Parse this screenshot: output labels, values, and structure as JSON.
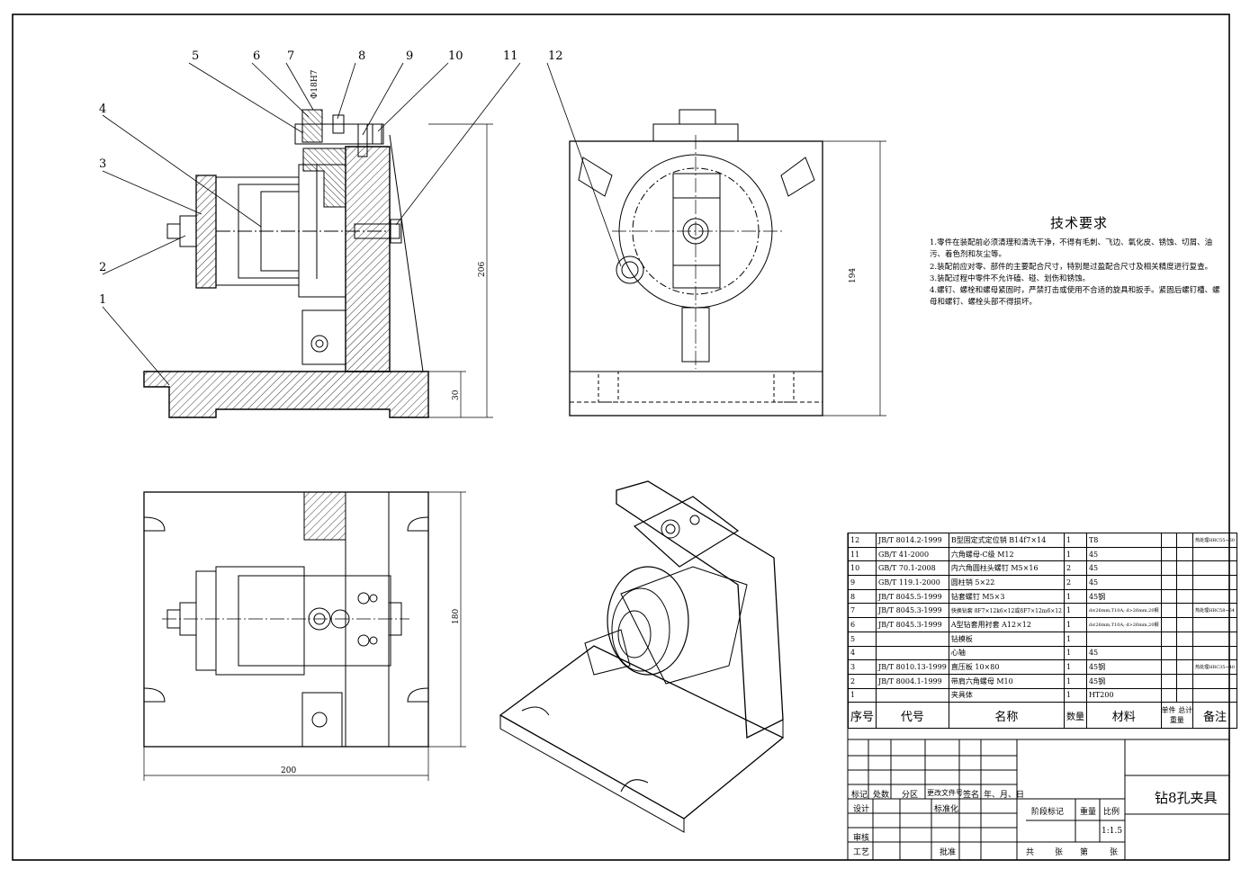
{
  "dims": {
    "front_height": "206",
    "base_height": "30",
    "side_height": "194",
    "plan_height": "180",
    "plan_width": "200",
    "bore_fit": "Φ18H7"
  },
  "callouts": [
    "1",
    "2",
    "3",
    "4",
    "5",
    "6",
    "7",
    "8",
    "9",
    "10",
    "11",
    "12"
  ],
  "tech": {
    "title": "技术要求",
    "lines": [
      "1.零件在装配前必须清理和清洗干净，不得有毛刺、飞边、氧化皮、锈蚀、切屑、油污、着色剂和灰尘等。",
      "2.装配前应对零、部件的主要配合尺寸，特别是过盈配合尺寸及相关精度进行复查。",
      "3.装配过程中零件不允许磕、碰、划伤和锈蚀。",
      "4.螺钉、螺栓和螺母紧固时，严禁打击或使用不合适的旋具和扳手。紧固后螺钉槽、螺母和螺钉、螺栓头部不得损坏。"
    ]
  },
  "bom": {
    "rows": [
      {
        "no": "12",
        "code": "JB/T 8014.2-1999",
        "name": "B型固定式定位销 B14f7×14",
        "qty": "1",
        "mat": "T8",
        "note": "热处理HRC55~60"
      },
      {
        "no": "11",
        "code": "GB/T 41-2000",
        "name": "六角螺母-C级 M12",
        "qty": "1",
        "mat": "45",
        "note": ""
      },
      {
        "no": "10",
        "code": "GB/T 70.1-2008",
        "name": "内六角圆柱头螺钉 M5×16",
        "qty": "2",
        "mat": "45",
        "note": ""
      },
      {
        "no": "9",
        "code": "GB/T 119.1-2000",
        "name": "圆柱销 5×22",
        "qty": "2",
        "mat": "45",
        "note": ""
      },
      {
        "no": "8",
        "code": "JB/T 8045.5-1999",
        "name": "钻套螺钉 M5×3",
        "qty": "1",
        "mat": "45钢",
        "note": ""
      },
      {
        "no": "7",
        "code": "JB/T 8045.3-1999",
        "name": "快换钻套 8F7×12k6×12或8F7×12m6×12",
        "qty": "1",
        "mat": "d≤26mm,T10A; d>26mm,20钢",
        "note": "热处理HRC58~64"
      },
      {
        "no": "6",
        "code": "JB/T 8045.3-1999",
        "name": "A型钻套用衬套 A12×12",
        "qty": "1",
        "mat": "d≤26mm,T10A; d>26mm,20钢",
        "note": ""
      },
      {
        "no": "5",
        "code": "",
        "name": "钻模板",
        "qty": "1",
        "mat": "",
        "note": ""
      },
      {
        "no": "4",
        "code": "",
        "name": "心轴",
        "qty": "1",
        "mat": "45",
        "note": ""
      },
      {
        "no": "3",
        "code": "JB/T 8010.13-1999",
        "name": "直压板 10×80",
        "qty": "1",
        "mat": "45钢",
        "note": "热处理HRC35~40"
      },
      {
        "no": "2",
        "code": "JB/T 8004.1-1999",
        "name": "带肩六角螺母 M10",
        "qty": "1",
        "mat": "45钢",
        "note": ""
      },
      {
        "no": "1",
        "code": "",
        "name": "夹具体",
        "qty": "1",
        "mat": "HT200",
        "note": ""
      }
    ],
    "header": {
      "no": "序号",
      "code": "代号",
      "name": "名称",
      "qty": "数量",
      "mat": "材料",
      "single": "单件",
      "total": "总计",
      "weight": "重量",
      "note": "备注"
    }
  },
  "titleblock": {
    "mark": "标记",
    "count": "处数",
    "zone": "分区",
    "doc": "更改文件号",
    "sign": "签名",
    "date": "年、月、日",
    "design": "设计",
    "std": "标准化",
    "stage": "阶段标记",
    "wt": "重量",
    "scale_label": "比例",
    "scale": "1:1.5",
    "check": "审核",
    "process": "工艺",
    "approve": "批准",
    "total": "共",
    "sheets": "张",
    "page": "第",
    "sheet": "张",
    "drawing_title": "钻8孔夹具"
  }
}
